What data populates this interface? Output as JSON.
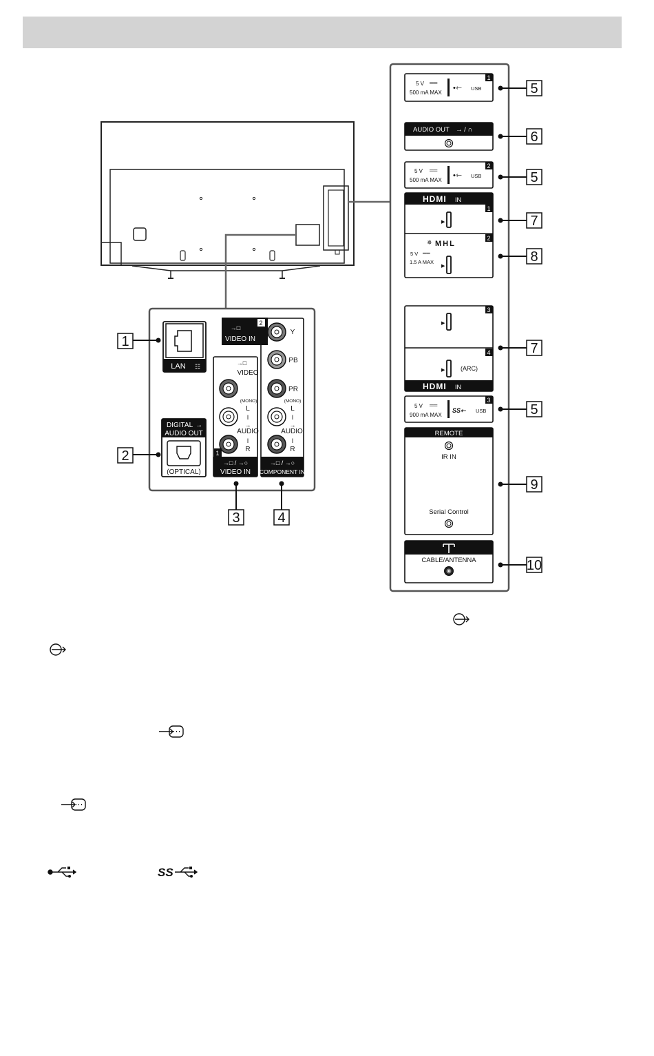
{
  "callouts": {
    "c1": "1",
    "c2": "2",
    "c3": "3",
    "c4": "4",
    "c5a": "5",
    "c6": "6",
    "c5b": "5",
    "c7a": "7",
    "c8": "8",
    "c7b": "7",
    "c5c": "5",
    "c9": "9",
    "c10": "10"
  },
  "left_panel": {
    "lan_label": "LAN",
    "digital_audio_out_line1": "DIGITAL",
    "digital_audio_out_line2": "AUDIO OUT",
    "optical_label": "(OPTICAL)",
    "video_in_2": "VIDEO IN",
    "video_in_2_num": "2",
    "y_label": "Y",
    "video_label": "VIDEO",
    "mono_label_a": "(MONO)",
    "l_label_a": "L",
    "audio_label_a": "AUDIO",
    "r_label_a": "R",
    "video_in_1_num": "1",
    "video_in_1_label": "VIDEO IN",
    "pb_label": "PB",
    "pr_label": "PR",
    "mono_label_b": "(MONO)",
    "l_label_b": "L",
    "audio_label_b": "AUDIO",
    "r_label_b": "R",
    "component_in_label": "COMPONENT IN"
  },
  "right_panel": {
    "usb1_v": "5 V",
    "usb1_ma": "500 mA MAX",
    "usb1_label": "USB",
    "usb1_num": "1",
    "audio_out_label": "AUDIO OUT",
    "usb2_v": "5 V",
    "usb2_ma": "500 mA MAX",
    "usb2_label": "USB",
    "usb2_num": "2",
    "hdmi_top_label": "HDMI",
    "hdmi_top_in": "IN",
    "hdmi1_num": "1",
    "mhl_label": "MHL",
    "hdmi2_num": "2",
    "mhl_v": "5 V",
    "mhl_a": "1.5 A MAX",
    "hdmi3_num": "3",
    "hdmi4_num": "4",
    "arc_label": "(ARC)",
    "hdmi_bottom_label": "HDMI",
    "hdmi_bottom_in": "IN",
    "usb3_v": "5 V",
    "usb3_ma": "900 mA MAX",
    "usb3_label": "USB",
    "usb3_num": "3",
    "remote_label": "REMOTE",
    "ir_in_label": "IR IN",
    "serial_control_label": "Serial Control",
    "cable_antenna_label": "CABLE/ANTENNA"
  }
}
